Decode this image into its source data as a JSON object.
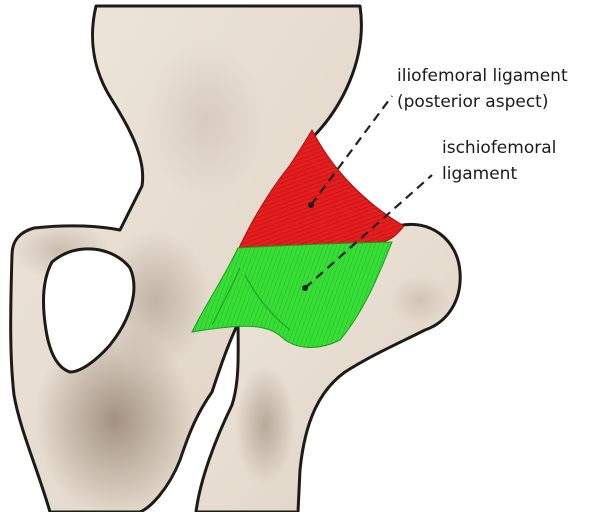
{
  "labels": {
    "iliofemoral_line1": "iliofemoral ligament",
    "iliofemoral_line2": "(posterior aspect)",
    "ischiofemoral_line1": "ischiofemoral",
    "ischiofemoral_line2": "ligament"
  },
  "colors": {
    "background": "#ffffff",
    "bone_fill": "#e9e0d4",
    "bone_shadow": "#9e8e80",
    "bone_outline": "#1d1b18",
    "iliofemoral_ligament": "#e41e1e",
    "ischiofemoral_ligament": "#33dd33",
    "leader_line": "#222222"
  }
}
